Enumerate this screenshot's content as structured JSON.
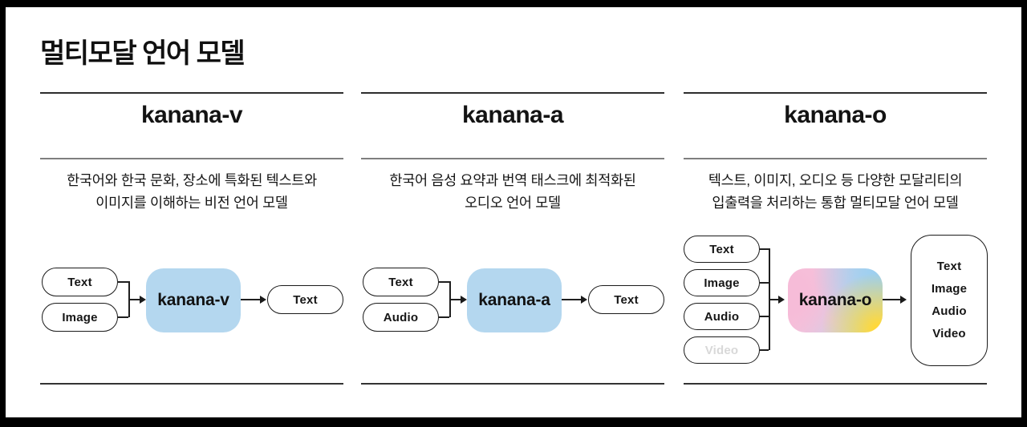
{
  "page_title": "멀티모달 언어 모델",
  "colors": {
    "model_blue": "#B4D7EF",
    "gradient_pink": "#F5C3DC",
    "gradient_blue": "#9CCFF0",
    "gradient_yellow": "#FFD83A",
    "muted_text": "#D8D8D8",
    "line": "#1F1F1F"
  },
  "columns": [
    {
      "title": "kanana-v",
      "desc": [
        "한국어와 한국 문화, 장소에 특화된 텍스트와",
        "이미지를 이해하는 비전 언어 모델"
      ],
      "inputs": [
        {
          "label": "Text"
        },
        {
          "label": "Image"
        }
      ],
      "model_label": "kanana-v",
      "output_label": "Text"
    },
    {
      "title": "kanana-a",
      "desc": [
        "한국어 음성 요약과 번역 태스크에 최적화된",
        "오디오 언어 모델"
      ],
      "inputs": [
        {
          "label": "Text"
        },
        {
          "label": "Audio"
        }
      ],
      "model_label": "kanana-a",
      "output_label": "Text"
    },
    {
      "title": "kanana-o",
      "desc": [
        "텍스트, 이미지, 오디오 등 다양한 모달리티의",
        "입출력을 처리하는 통합 멀티모달 언어 모델"
      ],
      "inputs": [
        {
          "label": "Text"
        },
        {
          "label": "Image"
        },
        {
          "label": "Audio"
        },
        {
          "label": "Video",
          "muted": true
        }
      ],
      "model_label": "kanana-o",
      "outputs": [
        {
          "label": "Text"
        },
        {
          "label": "Image",
          "muted": true
        },
        {
          "label": "Audio"
        },
        {
          "label": "Video",
          "muted": true
        }
      ]
    }
  ]
}
